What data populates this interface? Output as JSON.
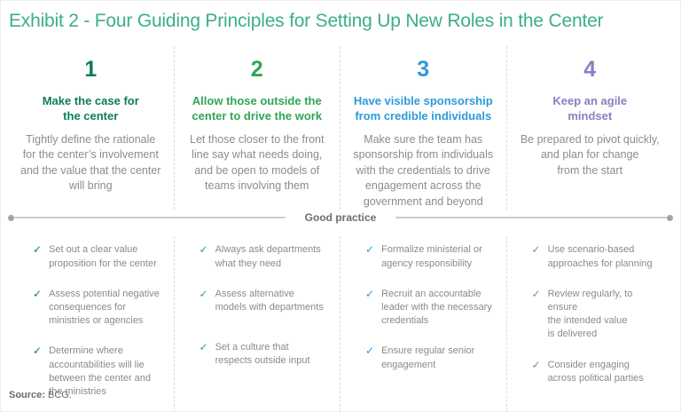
{
  "title": "Exhibit 2 - Four Guiding Principles for Setting Up New Roles in the Center",
  "colors": {
    "title": "#3CAD8E",
    "accent_1": "#0E7E51",
    "accent_2": "#32A555",
    "accent_3": "#2D9BD7",
    "accent_4": "#8C7DC0"
  },
  "icons": {
    "check": "✓"
  },
  "divider_label": "Good practice",
  "columns": [
    {
      "number": "1",
      "accent": "#0E7E51",
      "heading": "Make the case for\nthe center",
      "description": "Tightly define the rationale\nfor the center’s involvement\nand the value that the center\nwill bring",
      "practices": [
        "Set out a clear value\nproposition for the center",
        "Assess potential negative\nconsequences for\nministries or agencies",
        "Determine where\naccountabilities will lie\nbetween the center and\nthe ministries"
      ]
    },
    {
      "number": "2",
      "accent": "#32A555",
      "heading": "Allow those outside the\ncenter to drive the work",
      "description": "Let those closer to the front\nline say what needs doing,\nand be open to models of\nteams involving them",
      "practices": [
        "Always ask departments\nwhat they need",
        "Assess alternative\nmodels with departments",
        "Set a culture that\nrespects outside input"
      ]
    },
    {
      "number": "3",
      "accent": "#2D9BD7",
      "heading": "Have visible sponsorship\nfrom credible individuals",
      "description": "Make sure the team has\nsponsorship from individuals\nwith the credentials to drive\nengagement across the\ngovernment and beyond",
      "practices": [
        "Formalize ministerial or\nagency responsibility",
        "Recruit an accountable\nleader with the necessary\ncredentials",
        "Ensure regular senior\nengagement"
      ]
    },
    {
      "number": "4",
      "accent": "#8C7DC0",
      "heading": "Keep an agile\nmindset",
      "description": "Be prepared to pivot quickly,\nand plan for change\nfrom the start",
      "practices": [
        "Use scenario-based\napproaches for planning",
        "Review regularly, to ensure\nthe intended value\nis delivered",
        "Consider engaging\nacross political parties"
      ]
    }
  ],
  "source": {
    "prefix": "Source:",
    "text": " BCG."
  }
}
